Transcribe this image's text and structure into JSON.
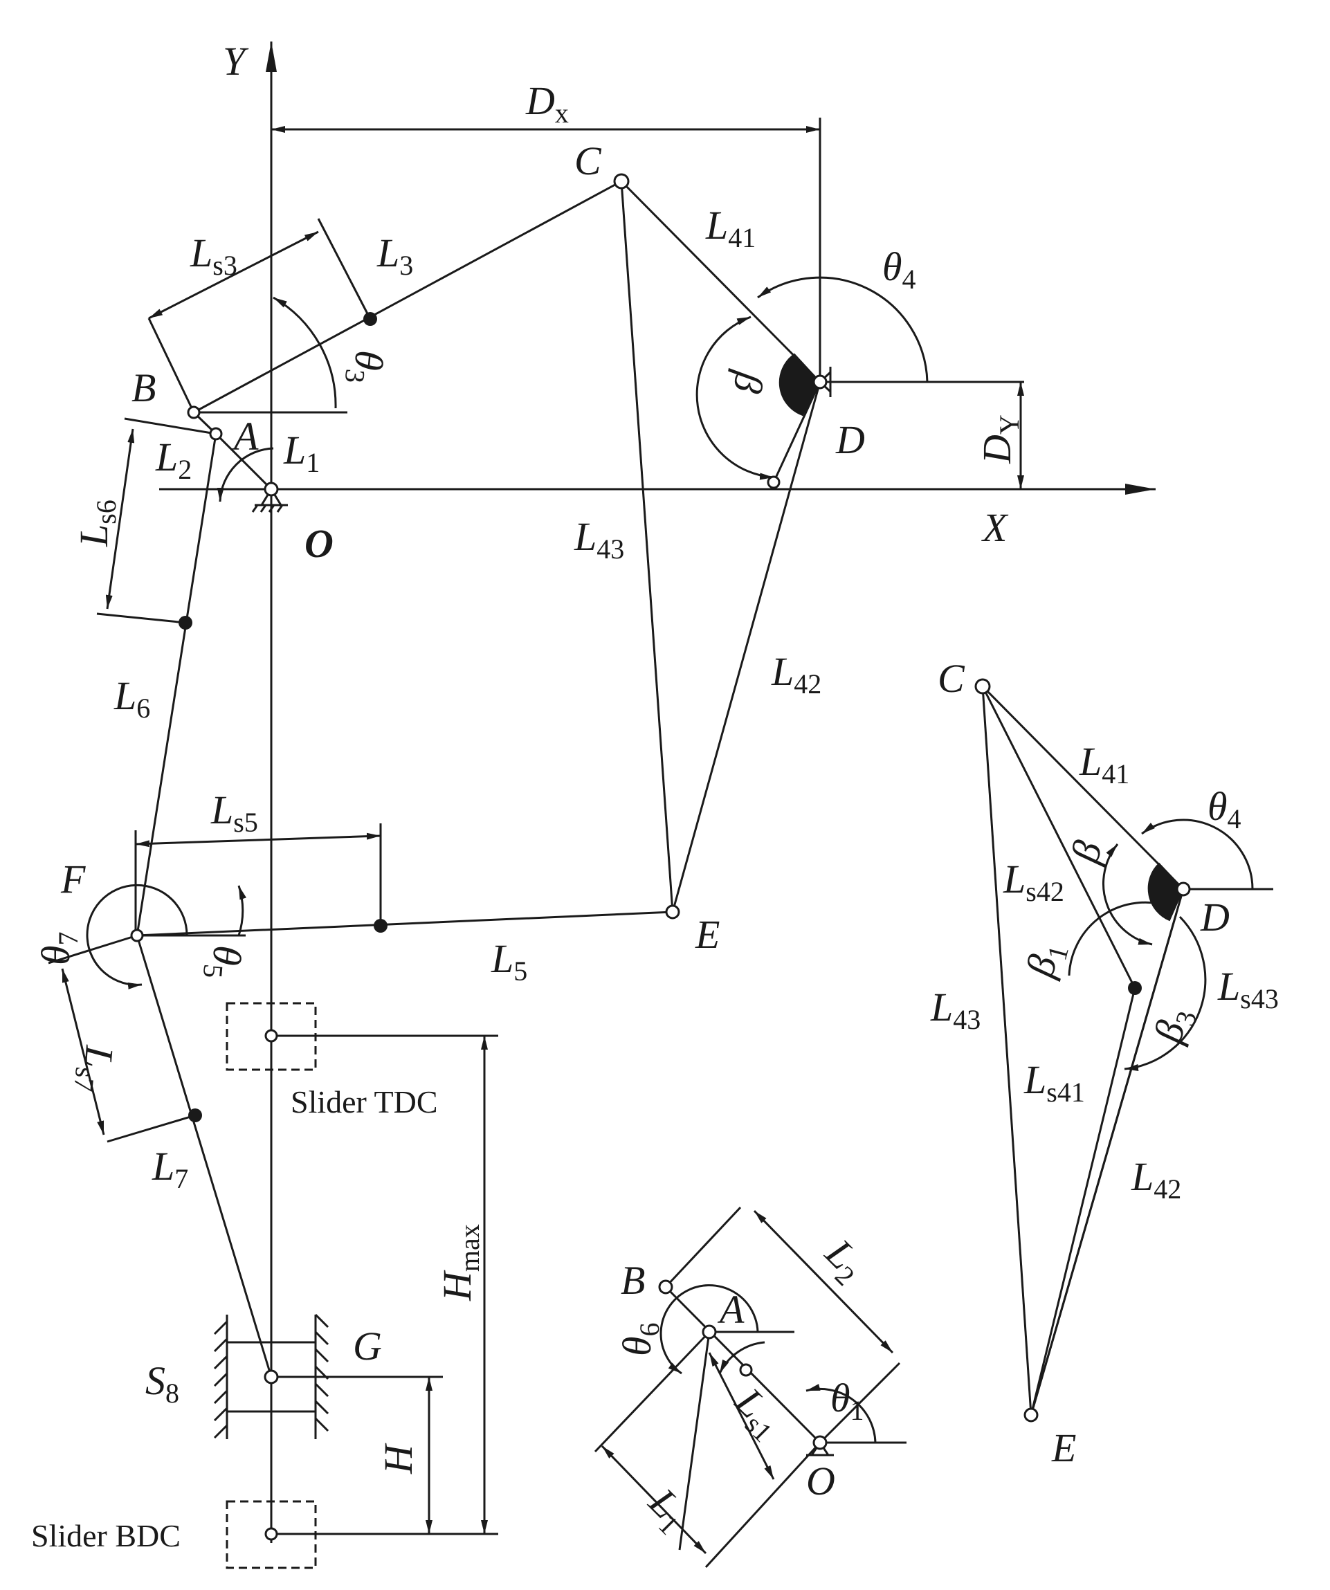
{
  "colors": {
    "ink": "#1a1a1a",
    "background": "#ffffff"
  },
  "main": {
    "axis_y": "Y",
    "axis_x": "X",
    "origin": "O",
    "Dx": {
      "base": "D",
      "sub": "x"
    },
    "Dy": {
      "base": "D",
      "sub": "Y"
    },
    "C": "C",
    "B": "B",
    "A": "A",
    "D": "D",
    "E": "E",
    "F": "F",
    "G": "G",
    "L1": {
      "base": "L",
      "sub": "1"
    },
    "L2": {
      "base": "L",
      "sub": "2"
    },
    "L3": {
      "base": "L",
      "sub": "3"
    },
    "Ls3": {
      "base": "L",
      "sub": "s3"
    },
    "L41": {
      "base": "L",
      "sub": "41"
    },
    "L42": {
      "base": "L",
      "sub": "42"
    },
    "L43": {
      "base": "L",
      "sub": "43"
    },
    "L5": {
      "base": "L",
      "sub": "5"
    },
    "Ls5": {
      "base": "L",
      "sub": "s5"
    },
    "L6": {
      "base": "L",
      "sub": "6"
    },
    "Ls6": {
      "base": "L",
      "sub": "s6"
    },
    "L7": {
      "base": "L",
      "sub": "7"
    },
    "Ls7": {
      "base": "L",
      "sub": "s7"
    },
    "theta3": {
      "base": "θ",
      "sub": "3"
    },
    "theta4": {
      "base": "θ",
      "sub": "4"
    },
    "theta5": {
      "base": "θ",
      "sub": "5"
    },
    "theta7": {
      "base": "θ",
      "sub": "7"
    },
    "beta": "β",
    "S8": {
      "base": "S",
      "sub": "8"
    },
    "H": "H",
    "Hmax": {
      "base": "H",
      "sub": "max"
    },
    "slider_tdc": "Slider TDC",
    "slider_bdc": "Slider BDC"
  },
  "inset_crank": {
    "B": "B",
    "A": "A",
    "O": "O",
    "L1": {
      "base": "L",
      "sub": "1"
    },
    "L2": {
      "base": "L",
      "sub": "2"
    },
    "Ls1": {
      "base": "L",
      "sub": "s1"
    },
    "theta1": {
      "base": "θ",
      "sub": "1"
    },
    "theta6": {
      "base": "θ",
      "sub": "6"
    }
  },
  "inset_triangle": {
    "C": "C",
    "D": "D",
    "E": "E",
    "L41": {
      "base": "L",
      "sub": "41"
    },
    "L42": {
      "base": "L",
      "sub": "42"
    },
    "L43": {
      "base": "L",
      "sub": "43"
    },
    "Ls41": {
      "base": "L",
      "sub": "s41"
    },
    "Ls42": {
      "base": "L",
      "sub": "s42"
    },
    "Ls43": {
      "base": "L",
      "sub": "s43"
    },
    "theta4": {
      "base": "θ",
      "sub": "4"
    },
    "beta": "β",
    "beta1": {
      "base": "β",
      "sub": "1"
    },
    "beta3": {
      "base": "β",
      "sub": "3"
    }
  }
}
